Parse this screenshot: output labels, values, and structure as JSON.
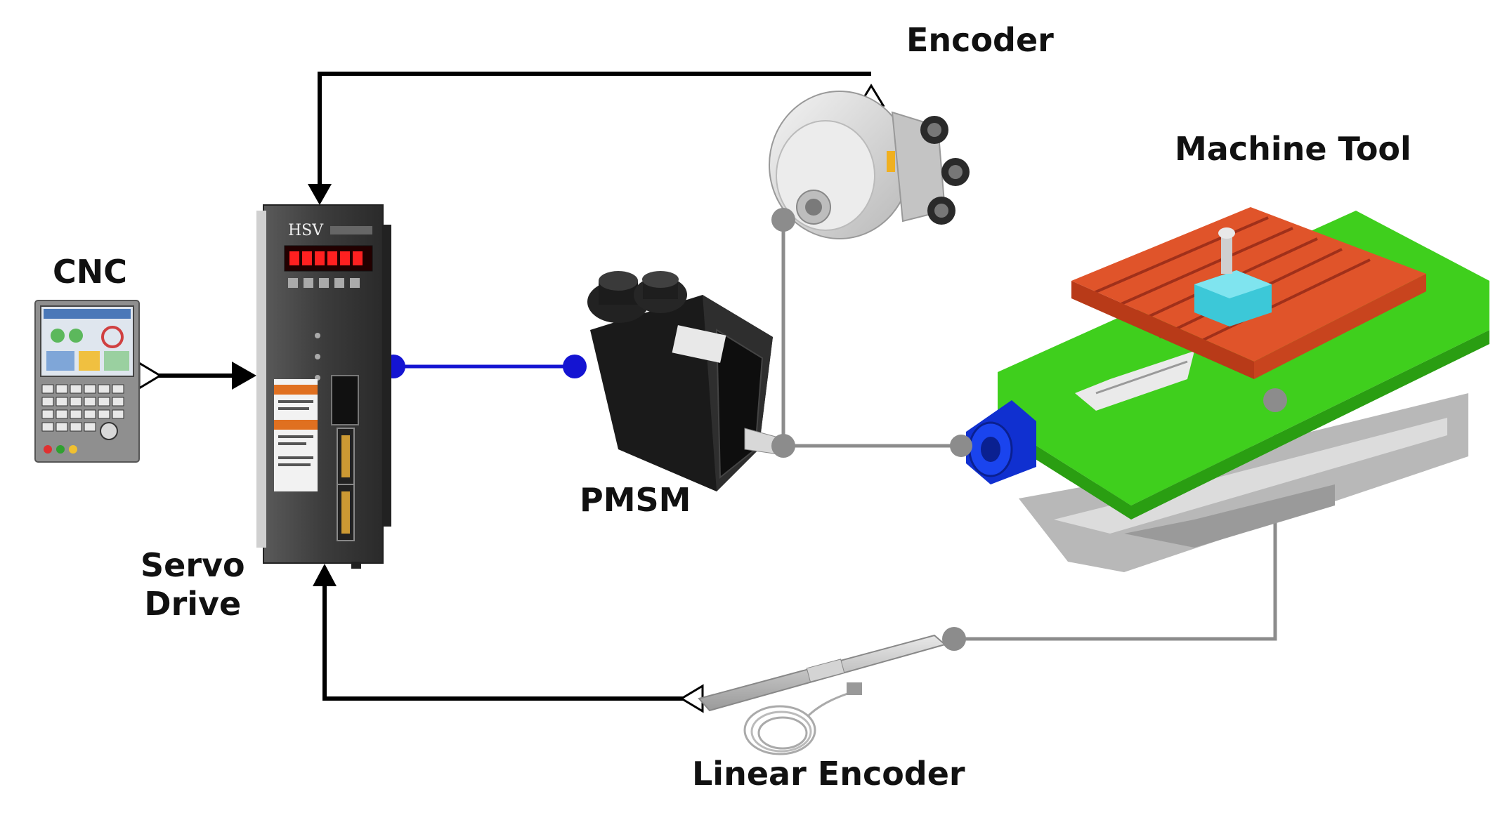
{
  "labels": {
    "encoder": "Encoder",
    "machine_tool": "Machine Tool",
    "cnc": "CNC",
    "pmsm": "PMSM",
    "servo_line1": "Servo",
    "servo_line2": "Drive",
    "linear_encoder": "Linear Encoder"
  },
  "colors": {
    "control_line": "#000000",
    "power_line": "#1414d2",
    "mechanical_line": "#8c8c8c",
    "drive_body": "#3a3a3a",
    "display": "#cc1111",
    "table_orange": "#e0542a",
    "bed_green": "#3fcf1d",
    "workpiece_cyan": "#3cc8d8",
    "coupling_blue": "#1030d0",
    "base_gray": "#c8c8c8"
  },
  "components": [
    {
      "name": "CNC",
      "icon": "cnc-controller-icon"
    },
    {
      "name": "Servo Drive",
      "icon": "servo-drive-icon"
    },
    {
      "name": "PMSM",
      "icon": "motor-icon"
    },
    {
      "name": "Encoder",
      "icon": "rotary-encoder-icon"
    },
    {
      "name": "Machine Tool",
      "icon": "machine-tool-icon"
    },
    {
      "name": "Linear Encoder",
      "icon": "linear-encoder-icon"
    }
  ]
}
